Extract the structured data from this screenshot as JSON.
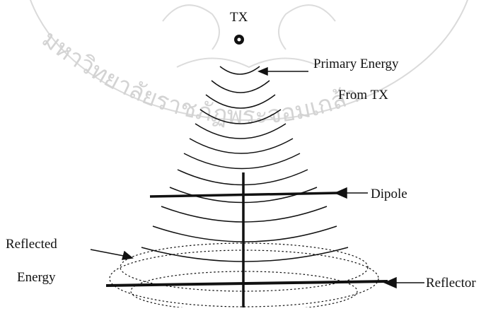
{
  "diagram": {
    "tx_label": "TX",
    "primary_energy_line1": "Primary Energy",
    "primary_energy_line2": "From TX",
    "dipole_label": "Dipole",
    "reflected_line1": "Reflected",
    "reflected_line2": "Energy",
    "reflector_label": "Reflector"
  },
  "watermark": {
    "text": "มหาวิทยาลัยราชภัฏพระจอมเกล้า"
  },
  "colors": {
    "ink": "#111111",
    "watermark": "#cfcfcf"
  }
}
